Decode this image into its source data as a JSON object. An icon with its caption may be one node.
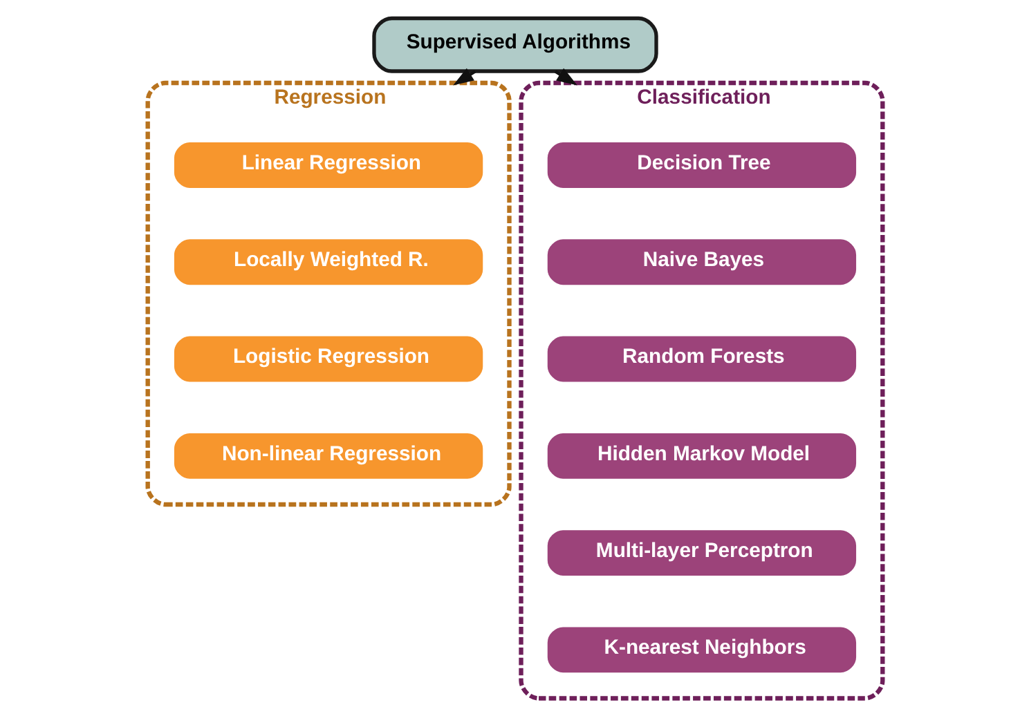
{
  "diagram": {
    "nodes": [
      {
        "text": [
          "Supervised Algorithms"
        ]
      },
      {
        "text": [
          "Regression"
        ]
      },
      {
        "text": [
          "Linear Regression"
        ],
        "in": 1
      },
      {
        "text": [
          "Locally Weighted R."
        ],
        "in": 1
      },
      {
        "text": [
          "Logistic Regression"
        ],
        "in": 1
      },
      {
        "text": [
          "Non-linear Regression"
        ],
        "in": 1
      },
      {
        "text": [
          "Classification"
        ]
      },
      {
        "text": [
          "Decision Tree"
        ],
        "in": 6
      },
      {
        "text": [
          "Naive Bayes"
        ],
        "in": 6
      },
      {
        "text": [
          "Random Forests"
        ],
        "in": 6
      },
      {
        "text": [
          "Hidden Markov Model"
        ],
        "in": 6
      },
      {
        "text": [
          "Multi-layer Perceptron"
        ],
        "in": 6
      },
      {
        "text": [
          "K-nearest Neighbors"
        ],
        "in": 6
      }
    ],
    "edges": [
      {
        "from": 0,
        "to": 1,
        "arrow": "to"
      },
      {
        "from": 0,
        "to": 6,
        "arrow": "to"
      }
    ]
  }
}
